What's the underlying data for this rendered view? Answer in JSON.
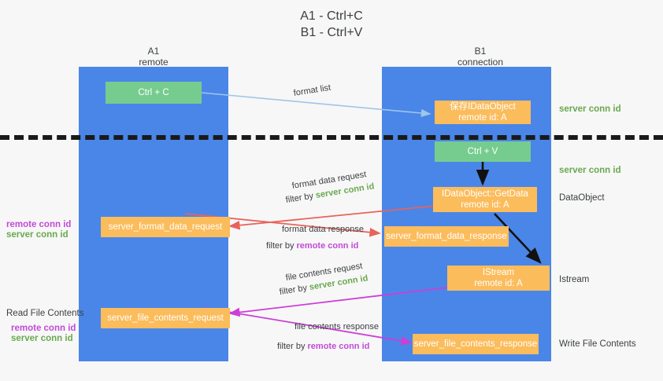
{
  "title": "A1 - Ctrl+C\nB1 - Ctrl+V",
  "lanes": [
    {
      "name": "A1",
      "sub": "remote",
      "header": "A1\nremote"
    },
    {
      "name": "B1",
      "sub": "connection",
      "header": "B1\nconnection"
    }
  ],
  "boxes": {
    "ctrl_c": "Ctrl + C",
    "ctrl_v": "Ctrl + V",
    "save_idataobject": "保存IDataObject\nremote id: A",
    "getdata": "IDataObject::GetData\nremote id: A",
    "istream": "IStream\nremote id: A",
    "server_format_data_request": "server_format_data_request",
    "server_format_data_response": "server_format_data_response",
    "server_file_contents_request": "server_file_contents_request",
    "server_file_contents_response": "server_file_contents_response"
  },
  "captions": {
    "format_list": "format list",
    "format_data_request": "format data request",
    "format_data_request_filter_prefix": "filter by ",
    "format_data_request_filter_value": "server conn id",
    "format_data_response": "format data response",
    "format_data_response_filter_prefix": "filter by ",
    "format_data_response_filter_value": "remote conn id",
    "file_contents_request": "file contents request",
    "file_contents_request_filter_prefix": "filter by ",
    "file_contents_request_filter_value": "server conn id",
    "file_contents_response": "file contents response",
    "file_contents_response_filter_prefix": "filter by ",
    "file_contents_response_filter_value": "remote conn id"
  },
  "right_labels": {
    "server_conn_id_top": "server conn id",
    "server_conn_id_second": "server conn id",
    "dataobject": "DataObject",
    "istream": "Istream",
    "write_file_contents": "Write File Contents"
  },
  "left_labels": {
    "remote_conn_id_1": "remote conn id",
    "server_conn_id_1": "server conn id",
    "read_file_contents": "Read File Contents",
    "remote_conn_id_2": "remote conn id",
    "server_conn_id_2": "server conn id"
  },
  "colors": {
    "lane": "#4a86e8",
    "green_box": "#76cc8f",
    "orange_box": "#fbbc5c",
    "green_text": "#6aa84f",
    "magenta_text": "#c14bd6",
    "arrow_blue": "#9fc5e8",
    "arrow_red": "#e8635a",
    "arrow_magenta": "#cc3fd6",
    "arrow_black": "#111111",
    "background": "#f7f7f7"
  }
}
